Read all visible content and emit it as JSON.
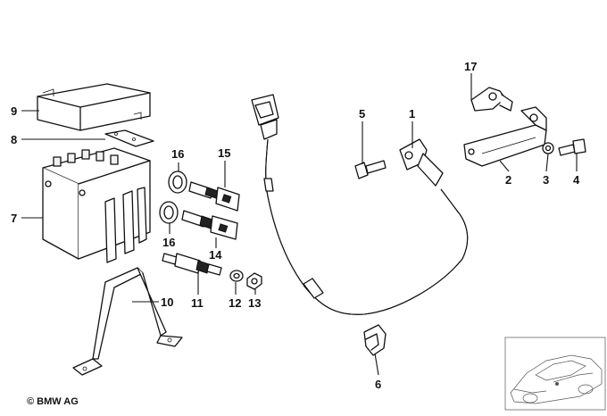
{
  "copyright": "© BMW AG",
  "callouts": {
    "c1": "1",
    "c2": "2",
    "c3": "3",
    "c4": "4",
    "c5": "5",
    "c6": "6",
    "c7": "7",
    "c8": "8",
    "c9": "9",
    "c10": "10",
    "c11": "11",
    "c12": "12",
    "c13": "13",
    "c14": "14",
    "c15": "15",
    "c16a": "16",
    "c16b": "16",
    "c17": "17"
  }
}
